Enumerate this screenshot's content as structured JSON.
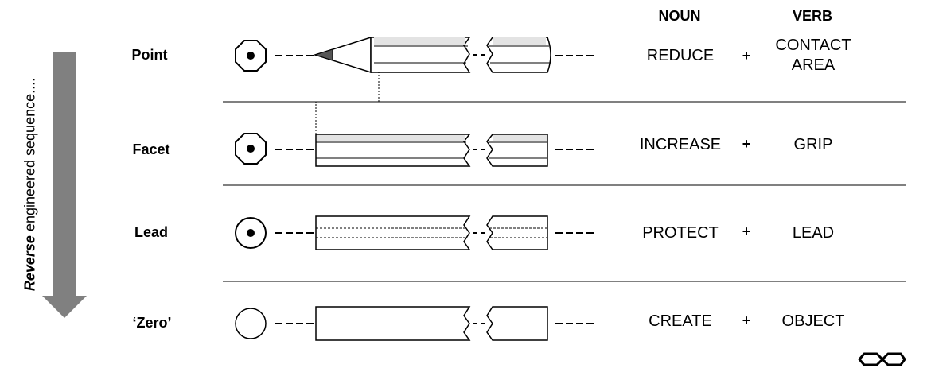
{
  "side_label": {
    "emphasis": "Reverse",
    "rest": " engineered sequence...."
  },
  "headers": {
    "noun": "NOUN",
    "verb": "VERB"
  },
  "rows": [
    {
      "label": "Point",
      "noun": "REDUCE",
      "plus": "+",
      "verb_line1": "CONTACT",
      "verb_line2": "AREA"
    },
    {
      "label": "Facet",
      "noun": "INCREASE",
      "plus": "+",
      "verb_line1": "GRIP",
      "verb_line2": ""
    },
    {
      "label": "Lead",
      "noun": "PROTECT",
      "plus": "+",
      "verb_line1": "LEAD",
      "verb_line2": ""
    },
    {
      "label": "‘Zero’",
      "noun": "CREATE",
      "plus": "+",
      "verb_line1": "OBJECT",
      "verb_line2": ""
    }
  ],
  "icons": {
    "arrow": "down-arrow-icon",
    "logo": "infinity-logo-icon"
  },
  "colors": {
    "arrow": "#808080",
    "facet_fill": "#e3e3e3",
    "stroke": "#000000"
  }
}
